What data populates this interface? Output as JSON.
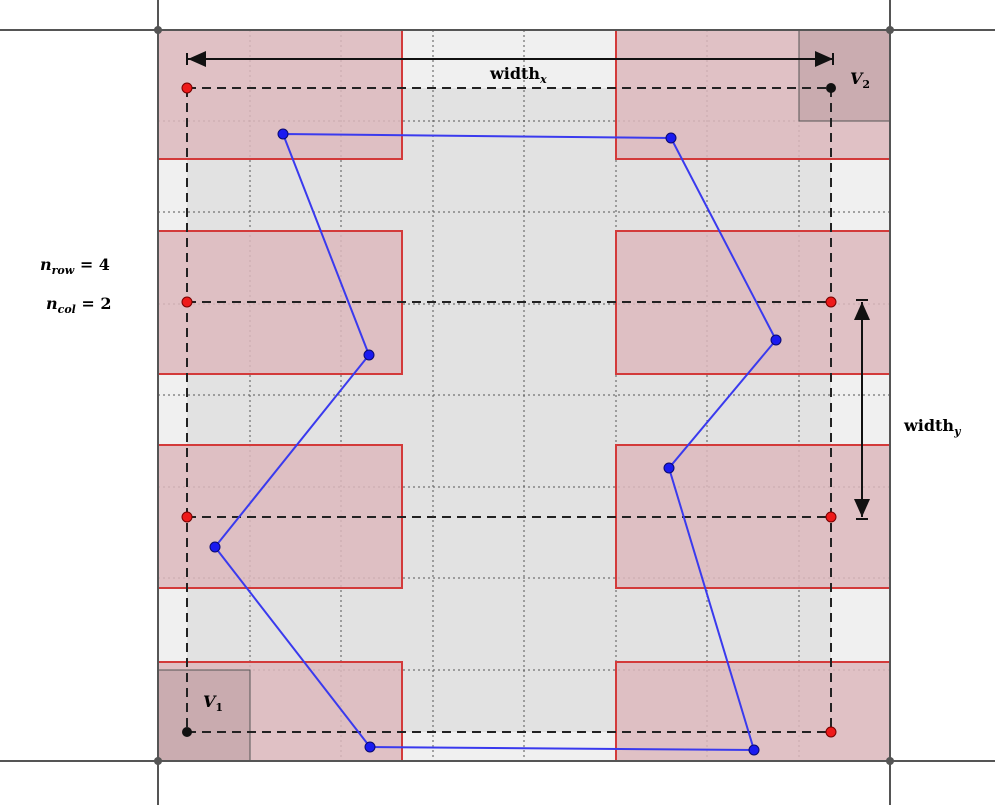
{
  "labels": {
    "width_x_base": "width",
    "width_x_sub": "x",
    "width_y_base": "width",
    "width_y_sub": "y",
    "n_row_var": "n",
    "n_row_sub": "row",
    "n_row_rhs": " = 4",
    "n_col_var": "n",
    "n_col_sub": "col",
    "n_col_rhs": " = 2",
    "v1_var": "V",
    "v1_sub": "1",
    "v2_var": "V",
    "v2_sub": "2"
  },
  "colors": {
    "outer_band": "#f0f0f0",
    "inner_area": "#e2e2e2",
    "cell_fill": "#ddb8bd",
    "cell_stroke": "#d33a3a",
    "corner_fill": "#c8a6aa",
    "path_line": "#3a3aee",
    "path_point": "#1a1af0",
    "red_point": "#ee1a1a",
    "black": "#111111"
  },
  "grid": {
    "n_row": 4,
    "n_col": 2
  }
}
